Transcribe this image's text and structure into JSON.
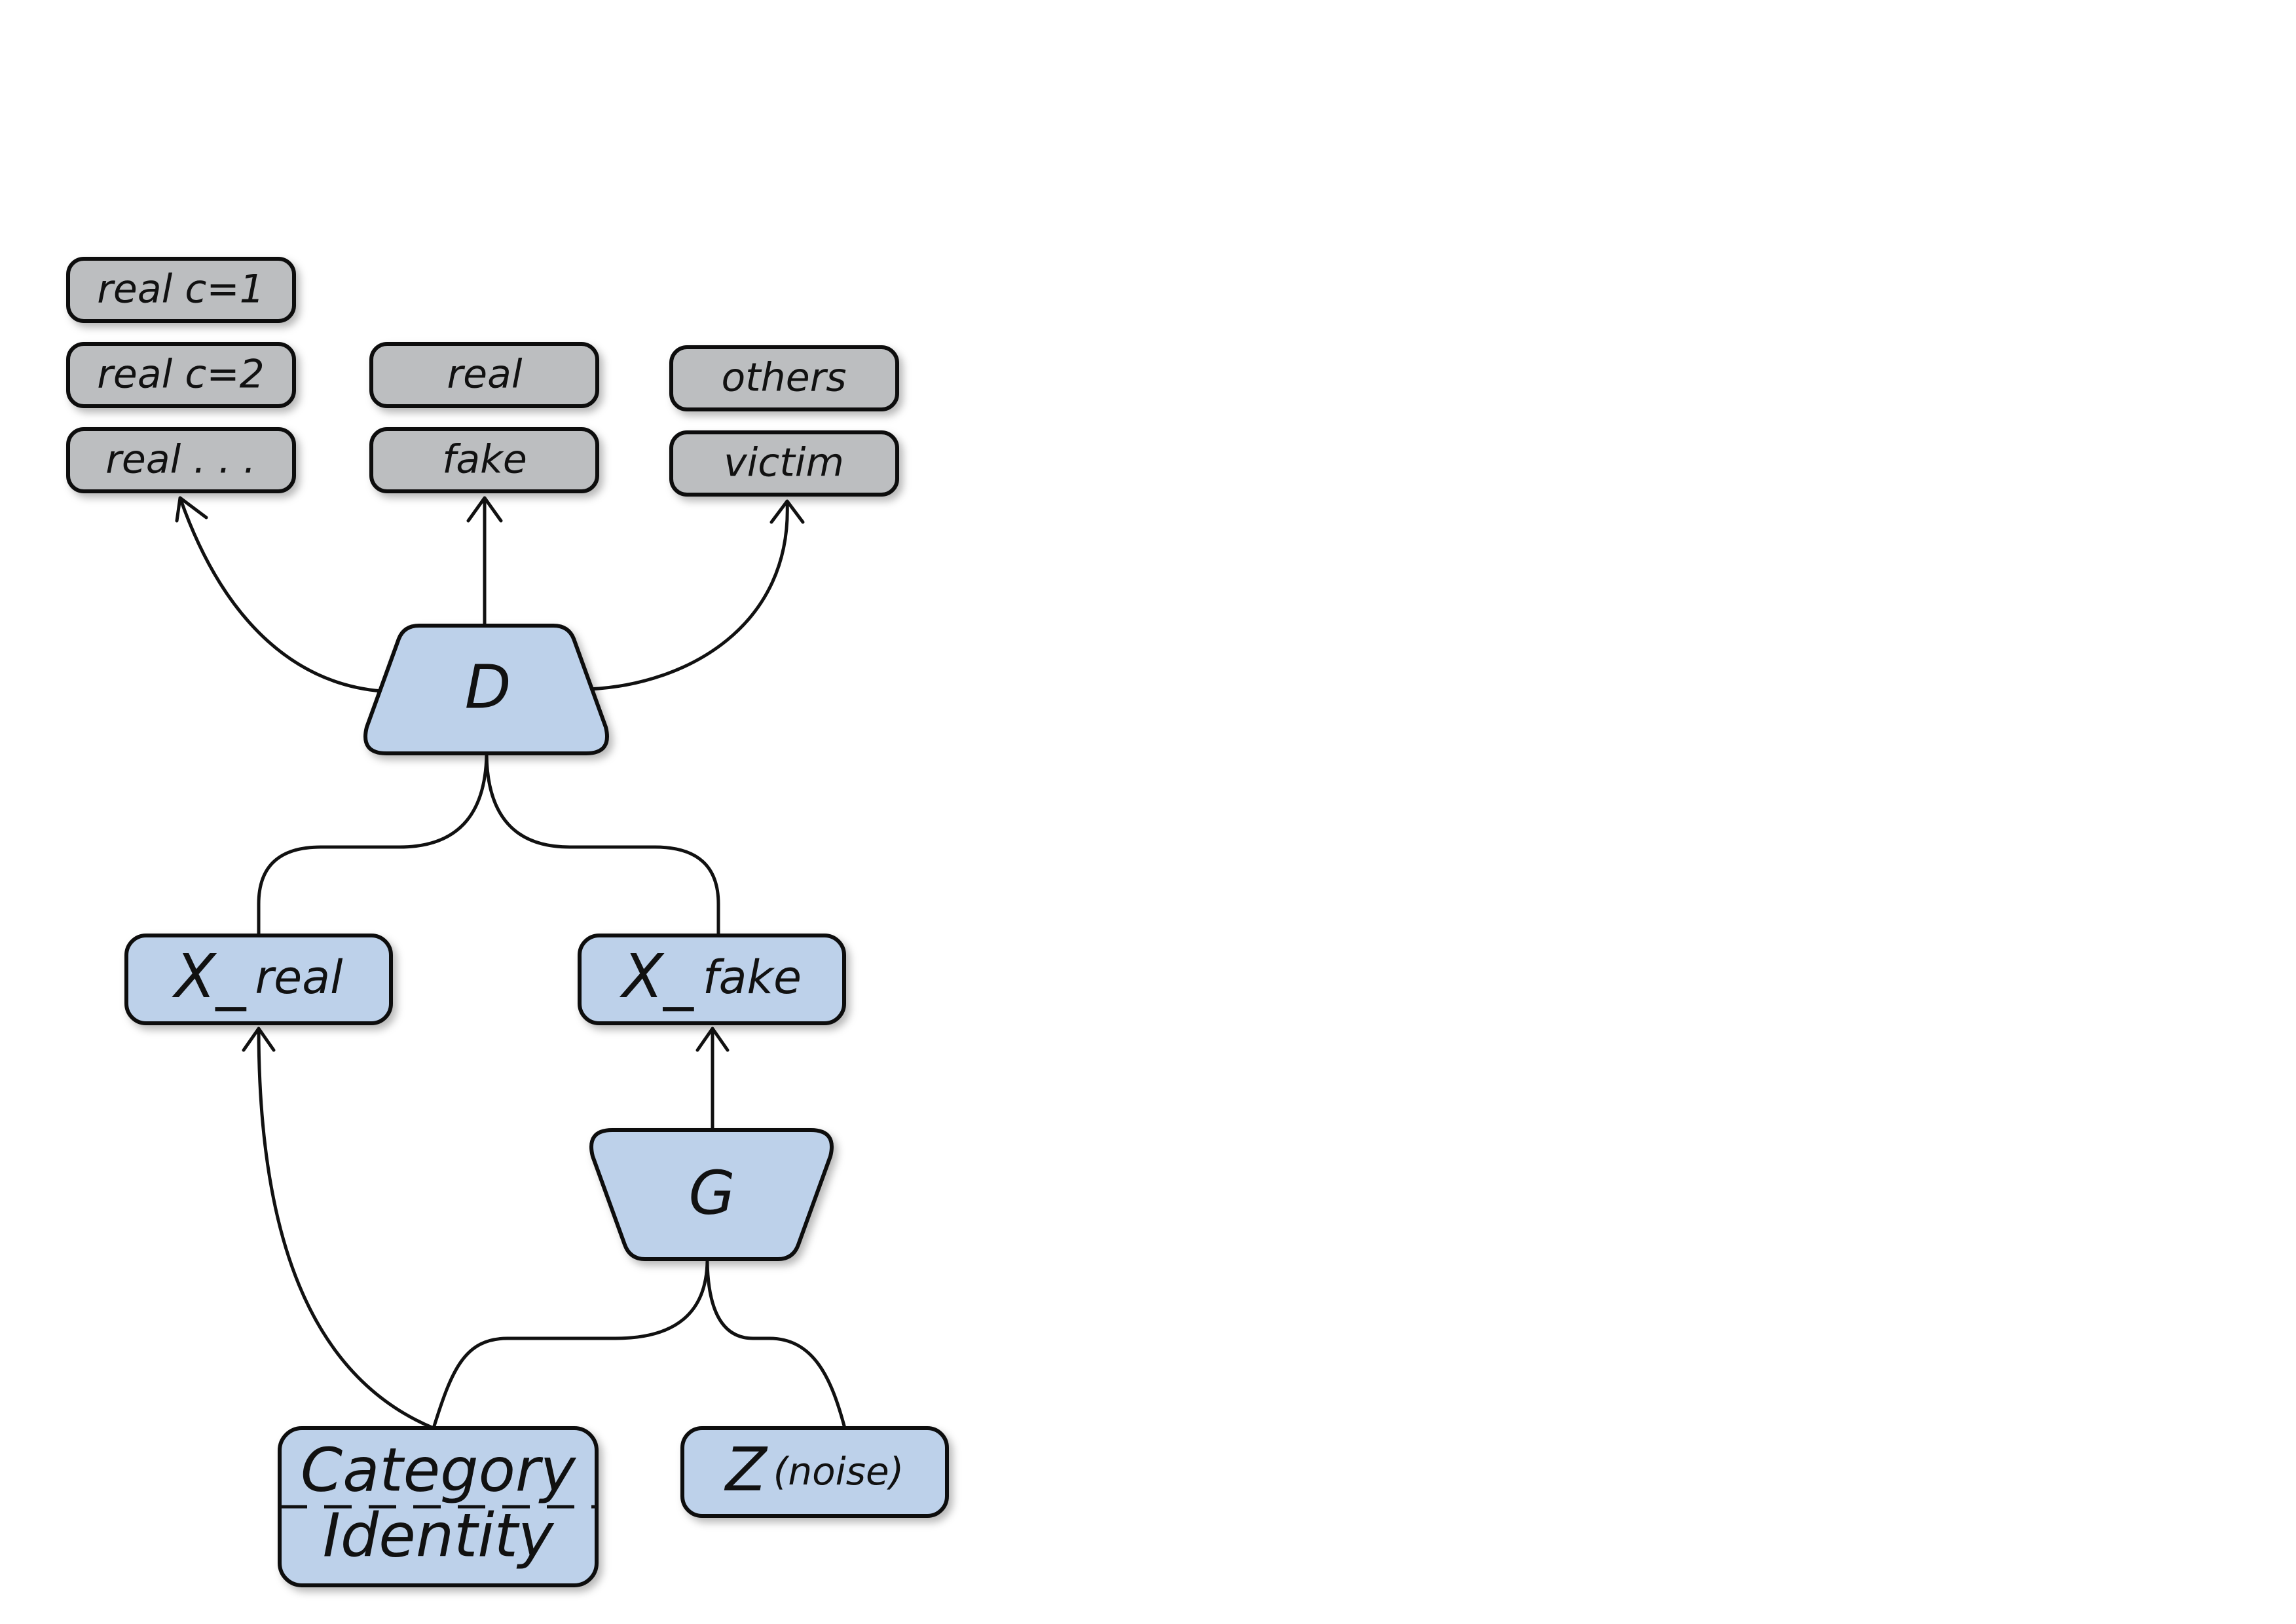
{
  "outputs": {
    "class_labels": [
      "real  c=1",
      "real  c=2",
      "real  . . ."
    ],
    "source_labels": [
      "real",
      "fake"
    ],
    "victim_labels": [
      "others",
      "victim"
    ]
  },
  "nodes": {
    "discriminator": "D",
    "generator": "G",
    "x_real": {
      "main": "X_",
      "sub": "real"
    },
    "x_fake": {
      "main": "X_",
      "sub": "fake"
    },
    "category": {
      "line1": "Category",
      "line2": "Identity"
    },
    "noise": {
      "main": "Z",
      "sub": "(noise)"
    }
  },
  "colors": {
    "output_fill": "#bcbec0",
    "node_fill": "#bdd1ea",
    "stroke": "#111111"
  }
}
